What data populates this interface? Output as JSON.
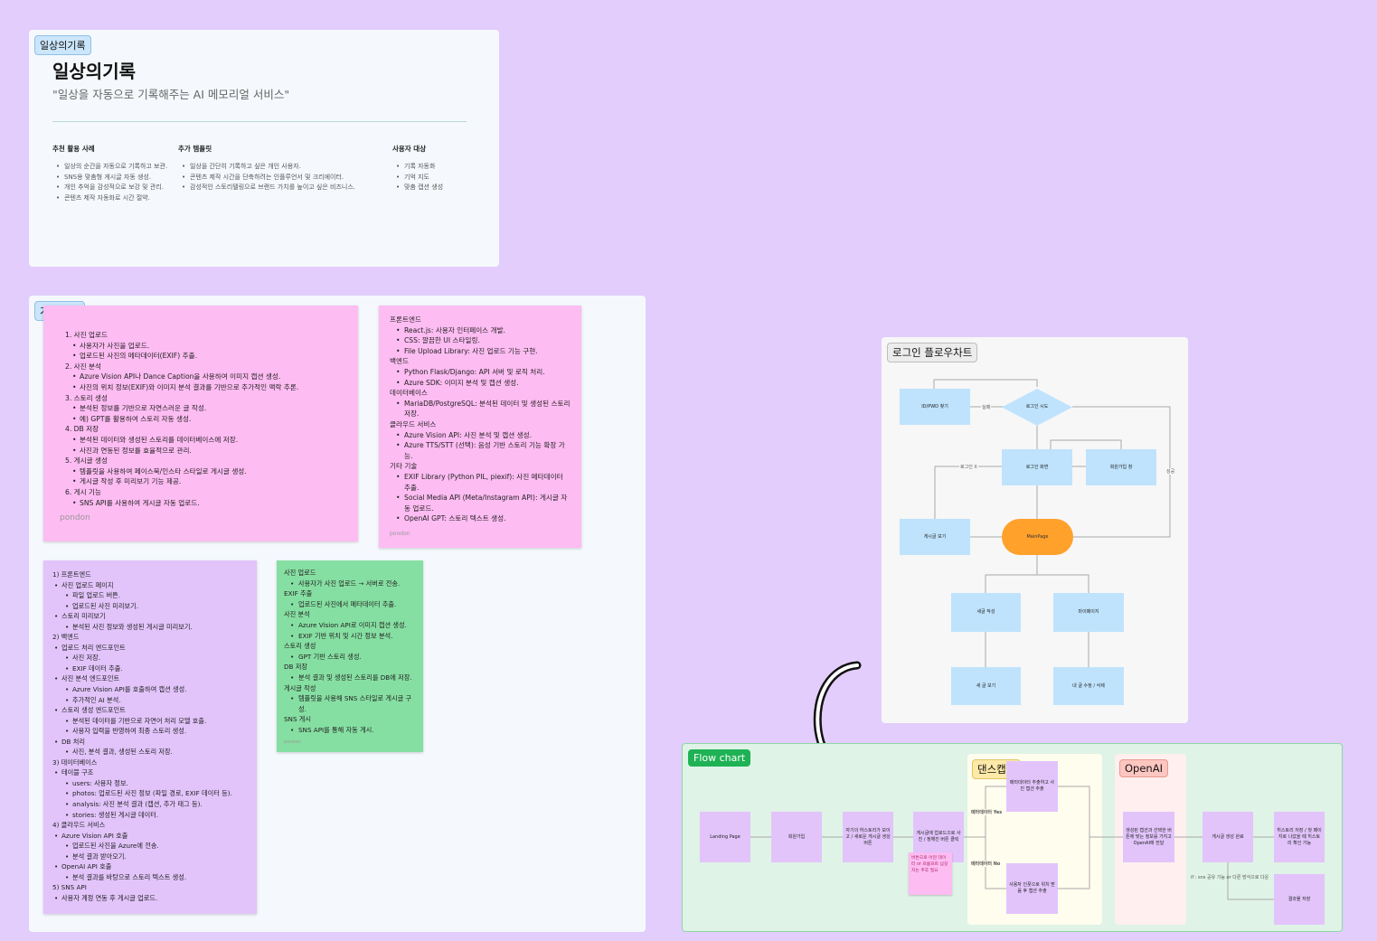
{
  "intro": {
    "tag": "일상의기록",
    "title": "일상의기록",
    "subtitle": "\"일상을 자동으로 기록해주는 AI 메모리얼 서비스\"",
    "columns": [
      {
        "heading": "추천 활용 사례",
        "items": [
          "일상의 순간을 자동으로 기록하고 보관.",
          "SNS용 맞춤형 게시글 자동 생성.",
          "개인 추억을 감성적으로 보강 및 관리.",
          "콘텐츠 제작 자동화로 시간 절약."
        ]
      },
      {
        "heading": "추가 템플릿",
        "items": [
          "일상을 간단히 기록하고 싶은 개인 사용자.",
          "콘텐츠 제작 시간을 단축하려는 인플루언서 및 크리에이터.",
          "감성적인 스토리텔링으로 브랜드 가치를 높이고 싶은 비즈니스."
        ]
      },
      {
        "heading": "사용자 대상",
        "items": [
          "기록 자동화",
          "기억 지도",
          "맞춤 캡션 생성"
        ]
      }
    ]
  },
  "features": {
    "tag": "기능 정의",
    "sticky1": {
      "items": [
        {
          "label": "1. 사진 업로드",
          "subs": [
            "사용자가 사진을 업로드.",
            "업로드된 사진의 메타데이터(EXIF) 추출."
          ]
        },
        {
          "label": "2. 사진 분석",
          "subs": [
            "Azure Vision API나 Dance Caption을 사용하여 이미지 캡션 생성.",
            "사진의 위치 정보(EXIF)와 이미지 분석 결과를 기반으로 추가적인 맥락 추론."
          ]
        },
        {
          "label": "3. 스토리 생성",
          "subs": [
            "분석된 정보를 기반으로 자연스러운 글 작성.",
            "예) GPT를 활용하여 스토리 자동 생성."
          ]
        },
        {
          "label": "4. DB 저장",
          "subs": [
            "분석된 데이터와 생성된 스토리를 데이터베이스에 저장.",
            "사진과 연동된 정보를 효율적으로 관리."
          ]
        },
        {
          "label": "5. 게시글 생성",
          "subs": [
            "템플릿을 사용하여 페이스북/인스타 스타일로 게시글 생성.",
            "게시글 작성 후 미리보기 기능 제공."
          ]
        },
        {
          "label": "6. 게시 기능",
          "subs": [
            "SNS API를 사용하여 게시글 자동 업로드."
          ]
        }
      ],
      "author": "pondon"
    },
    "sticky2": {
      "groups": [
        {
          "heading": "프론트엔드",
          "items": [
            "React.js: 사용자 인터페이스 개발.",
            "CSS: 깔끔한 UI 스타일링.",
            "File Upload Library: 사진 업로드 기능 구현."
          ]
        },
        {
          "heading": "백엔드",
          "items": [
            "Python Flask/Django: API 서버 및 로직 처리.",
            "Azure SDK: 이미지 분석 및 캡션 생성."
          ]
        },
        {
          "heading": "데이터베이스",
          "items": [
            "MariaDB/PostgreSQL: 분석된 데이터 및 생성된 스토리 저장."
          ]
        },
        {
          "heading": "클라우드 서비스",
          "items": [
            "Azure Vision API: 사진 분석 및 캡션 생성.",
            "Azure TTS/STT (선택): 음성 기반 스토리 기능 확장 가능."
          ]
        },
        {
          "heading": "기타 기술",
          "items": [
            "EXIF Library (Python PIL, piexif): 사진 메타데이터 추출.",
            "Social Media API (Meta/Instagram API): 게시글 자동 업로드.",
            "OpenAI GPT: 스토리 텍스트 생성."
          ]
        }
      ],
      "author": "pondon"
    },
    "sticky3": {
      "lines": [
        {
          "lvl": 0,
          "t": "1) 프론트엔드"
        },
        {
          "lvl": 1,
          "t": "사진 업로드 페이지"
        },
        {
          "lvl": 2,
          "t": "파일 업로드 버튼."
        },
        {
          "lvl": 2,
          "t": "업로드된 사진 미리보기."
        },
        {
          "lvl": 1,
          "t": "스토리 미리보기"
        },
        {
          "lvl": 2,
          "t": "분석된 사진 정보와 생성된 게시글 미리보기."
        },
        {
          "lvl": 0,
          "t": "2) 백엔드"
        },
        {
          "lvl": 1,
          "t": "업로드 처리 엔드포인트"
        },
        {
          "lvl": 2,
          "t": "사진 저장."
        },
        {
          "lvl": 2,
          "t": "EXIF 데이터 추출."
        },
        {
          "lvl": 1,
          "t": "사진 분석 엔드포인트"
        },
        {
          "lvl": 2,
          "t": "Azure Vision API를 호출하여 캡션 생성."
        },
        {
          "lvl": 2,
          "t": "추가적인 AI 분석."
        },
        {
          "lvl": 1,
          "t": "스토리 생성 엔드포인트"
        },
        {
          "lvl": 2,
          "t": "분석된 데이터를 기반으로 자연어 처리 모델 호출."
        },
        {
          "lvl": 2,
          "t": "사용자 입력을 반영하여 최종 스토리 생성."
        },
        {
          "lvl": 1,
          "t": "DB 처리"
        },
        {
          "lvl": 2,
          "t": "사진, 분석 결과, 생성된 스토리 저장."
        },
        {
          "lvl": 0,
          "t": "3) 데이터베이스"
        },
        {
          "lvl": 1,
          "t": "테이블 구조"
        },
        {
          "lvl": 2,
          "t": "users: 사용자 정보."
        },
        {
          "lvl": 2,
          "t": "photos: 업로드된 사진 정보 (파일 경로, EXIF 데이터 등)."
        },
        {
          "lvl": 2,
          "t": "analysis: 사진 분석 결과 (캡션, 추가 태그 등)."
        },
        {
          "lvl": 2,
          "t": "stories: 생성된 게시글 데이터."
        },
        {
          "lvl": 0,
          "t": "4) 클라우드 서비스"
        },
        {
          "lvl": 1,
          "t": "Azure Vision API 호출"
        },
        {
          "lvl": 2,
          "t": "업로드된 사진을 Azure에 전송."
        },
        {
          "lvl": 2,
          "t": "분석 결과 받아오기."
        },
        {
          "lvl": 1,
          "t": "OpenAI API 호출"
        },
        {
          "lvl": 2,
          "t": "분석 결과를 바탕으로 스토리 텍스트 생성."
        },
        {
          "lvl": 0,
          "t": "5) SNS API"
        },
        {
          "lvl": 1,
          "t": "사용자 계정 연동 후 게시글 업로드."
        }
      ]
    },
    "sticky4": {
      "groups": [
        {
          "heading": "사진 업로드",
          "items": [
            "사용자가 사진 업로드 → 서버로 전송.",
            "업로드된 사진에서 메타데이터 추출."
          ],
          "inline": "EXIF 추출"
        },
        {
          "heading": "사진 분석",
          "items": [
            "Azure Vision API로 이미지 캡션 생성.",
            "EXIF 기반 위치 및 시간 정보 분석."
          ]
        },
        {
          "heading": "스토리 생성",
          "items": [
            "GPT 기반 스토리 생성."
          ]
        },
        {
          "heading": "DB 저장",
          "items": [
            "분석 결과 및 생성된 스토리를 DB에 저장."
          ]
        },
        {
          "heading": "게시글 작성",
          "items": [
            "템플릿을 사용해 SNS 스타일로 게시글 구성."
          ]
        },
        {
          "heading": "SNS 게시",
          "items": [
            "SNS API를 통해 자동 게시."
          ]
        }
      ],
      "author": "pondon"
    }
  },
  "login": {
    "tag": "로그인 플로우차트",
    "nodes": {
      "idpw": "ID/PWD 찾기",
      "decision": "로그인 시도",
      "loginscreen": "로그인 화면",
      "signup": "회원가입 창",
      "main": "MainPage",
      "boardview": "게시글 보기",
      "newpost": "새글 작성",
      "mypage": "마이페이지",
      "postview": "새 글 보기",
      "myedit": "내 글 수정 / 삭제"
    },
    "labels": {
      "fail": "실패",
      "nologin": "로그인 X",
      "success": "성공"
    }
  },
  "flow": {
    "tag": "Flow chart",
    "dance_tag": "댄스캡션",
    "openai_tag": "OpenAI",
    "nodes": {
      "landing": "Landing Page",
      "signup": "회원가입",
      "upload": "자기의 하스토리가 보이고 / 새로운 게시글 생성 버튼",
      "choose": "게시글에 업로드으로 사진 / 정해진 버튼 클릭",
      "meta_yes_box": "메타데이터 추출하고 사진 캡션 추출",
      "meta_no_box": "사용자 인풋으로 위치 받음 후 캡션 추출",
      "openai": "생성된 캡션과 선택한 버튼에 맞는 정보를 가지고 OpenAI에 전달",
      "done": "게시글 생성 완료",
      "history": "히스토리 저장 / 첫 페이지로 나갔을 때 히스토리 확인 가능",
      "share": "결과물 저장"
    },
    "note": "버튼으로 어떤 데이터 or 프롬프트 넘길지는 추후 필요",
    "meta_yes": "메타데이터 Yes",
    "meta_no": "메타데이터 No",
    "ifnote": "if : sns 공유 기능 or 다른 방식으로 다운"
  },
  "colors": {
    "background": "#e3cdfd",
    "sticky_pink": "#fdbcf2",
    "sticky_purple": "#e2c4fb",
    "sticky_green": "#86dfa2",
    "flow_node": "#bfe3fd",
    "mainpage": "#ffa12b"
  }
}
